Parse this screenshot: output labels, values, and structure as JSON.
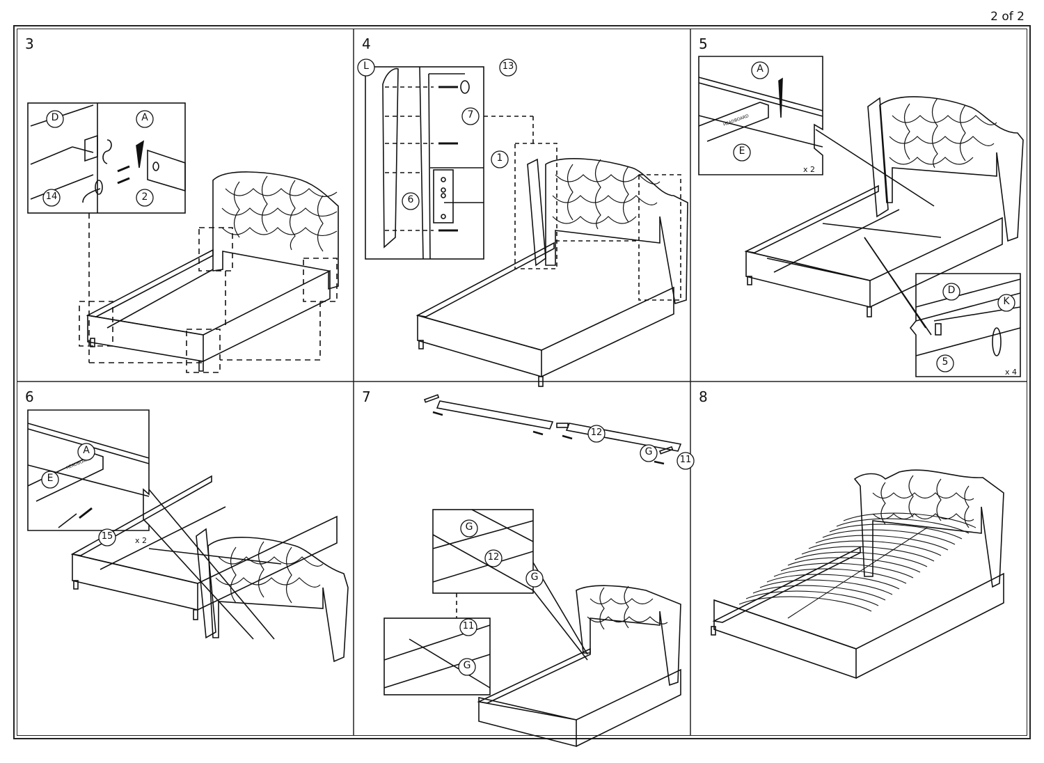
{
  "page": {
    "indicator": "2 of 2"
  },
  "steps": [
    {
      "number": "3",
      "callouts": [
        "D",
        "A",
        "14",
        "2"
      ],
      "note": ""
    },
    {
      "number": "4",
      "callouts": [
        "L",
        "13",
        "7",
        "1",
        "6"
      ],
      "note": ""
    },
    {
      "number": "5",
      "callouts": [
        "A",
        "E",
        "D",
        "K",
        "5"
      ],
      "labels": [
        "HEADBOARD"
      ],
      "qty_top": "x 2",
      "qty_bottom": "x 4"
    },
    {
      "number": "6",
      "callouts": [
        "A",
        "E",
        "15"
      ],
      "labels": [
        "HEADBOARD"
      ],
      "qty_top": "x 2"
    },
    {
      "number": "7",
      "callouts": [
        "12",
        "G",
        "11",
        "G",
        "12",
        "G",
        "11",
        "G"
      ]
    },
    {
      "number": "8",
      "callouts": []
    }
  ]
}
